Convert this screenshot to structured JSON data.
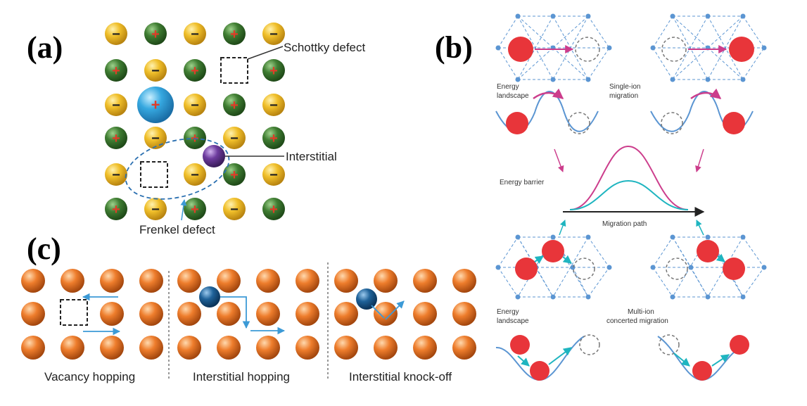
{
  "panel_a": {
    "letter": "(a)",
    "minus_glyph": "−",
    "plus_glyph": "+",
    "labels": {
      "schottky": "Schottky defect",
      "interstitial": "Interstitial",
      "frenkel": "Frenkel defect"
    },
    "colors": {
      "anion": "#e8b320",
      "cation": "#3c7a30",
      "large_cation": "#34a4dc",
      "interstitial": "#6a3a9a",
      "sign": "#e03c28"
    },
    "grid": [
      [
        "-",
        "+",
        "-",
        "+",
        "-"
      ],
      [
        "+",
        "-",
        "+",
        "S",
        "+"
      ],
      [
        "-",
        "L",
        "-",
        "+",
        "-"
      ],
      [
        "+",
        "-",
        "+",
        "-",
        "+"
      ],
      [
        "-",
        "V",
        "-",
        "+",
        "-"
      ],
      [
        "+",
        "-",
        "+",
        "-",
        "+"
      ]
    ]
  },
  "panel_b": {
    "letter": "(b)",
    "labels": {
      "energy_landscape_top": "Energy\nlandscape",
      "single_ion": "Single-ion\nmigration",
      "energy_barrier": "Energy barrier",
      "migration_path": "Migration path",
      "energy_landscape_bottom": "Energy\nlandscape",
      "multi_ion": "Multi-ion\nconcerted migration"
    },
    "colors": {
      "ion": "#e8353a",
      "node": "#5b95d2",
      "single": "#cc3d8c",
      "multi": "#1fb5c0"
    }
  },
  "panel_c": {
    "letter": "(c)",
    "labels": {
      "vacancy": "Vacancy hopping",
      "interstitial_hopping": "Interstitial hopping",
      "knock_off": "Interstitial knock-off"
    },
    "colors": {
      "atom": "#e8772a",
      "interstitial": "#1f5f93",
      "arrow": "#3c9ad6"
    }
  }
}
